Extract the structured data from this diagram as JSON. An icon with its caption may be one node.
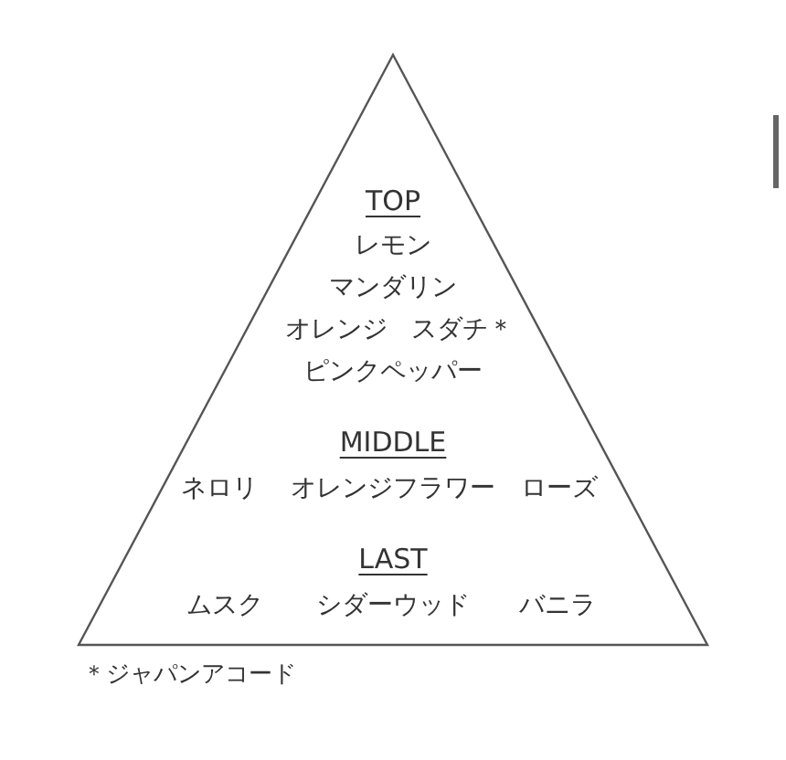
{
  "diagram": {
    "nodes": [
      {
        "text": [
          "TOP",
          "レモン",
          "マンダリン",
          "オレンジ",
          "スダチ＊",
          "ピンクペッパー",
          "MIDDLE",
          "ネロリ",
          "オレンジフラワー",
          "ローズ",
          "LAST",
          "ムスク",
          "シダーウッド",
          "バニラ"
        ]
      }
    ],
    "labels": [
      "＊ジャパンアコード"
    ]
  }
}
